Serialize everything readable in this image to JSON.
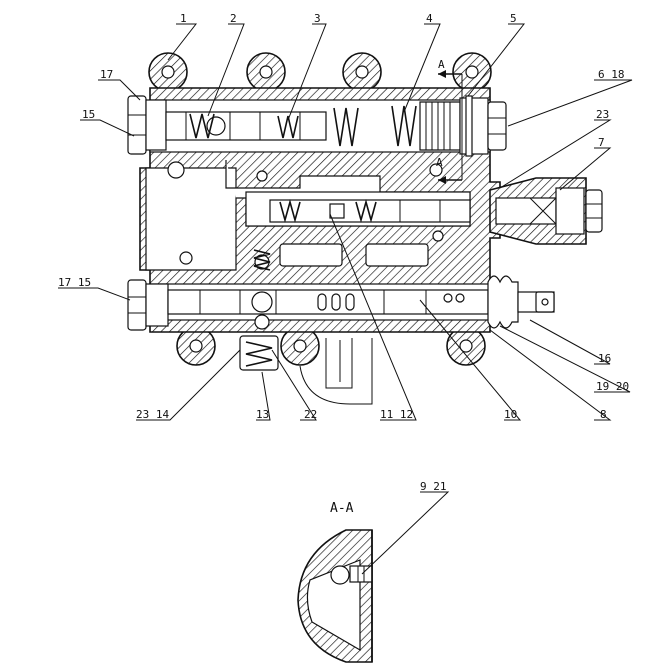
{
  "section_title": "A-A",
  "section_markers": [
    "A",
    "A"
  ],
  "callouts": [
    {
      "id": "c1",
      "text": "1"
    },
    {
      "id": "c2",
      "text": "2"
    },
    {
      "id": "c3",
      "text": "3"
    },
    {
      "id": "c4",
      "text": "4"
    },
    {
      "id": "c5",
      "text": "5"
    },
    {
      "id": "c6_18",
      "text": "6  18"
    },
    {
      "id": "c17a",
      "text": "17"
    },
    {
      "id": "c15a",
      "text": "15"
    },
    {
      "id": "c23a",
      "text": "23"
    },
    {
      "id": "c7",
      "text": "7"
    },
    {
      "id": "c17_15",
      "text": "17  15"
    },
    {
      "id": "c16",
      "text": "16"
    },
    {
      "id": "c19_20",
      "text": "19  20"
    },
    {
      "id": "c8",
      "text": "8"
    },
    {
      "id": "c10",
      "text": "10"
    },
    {
      "id": "c11_12",
      "text": "11  12"
    },
    {
      "id": "c22",
      "text": "22"
    },
    {
      "id": "c13",
      "text": "13"
    },
    {
      "id": "c23_14",
      "text": "23  14"
    },
    {
      "id": "c9_21",
      "text": "9  21"
    }
  ]
}
